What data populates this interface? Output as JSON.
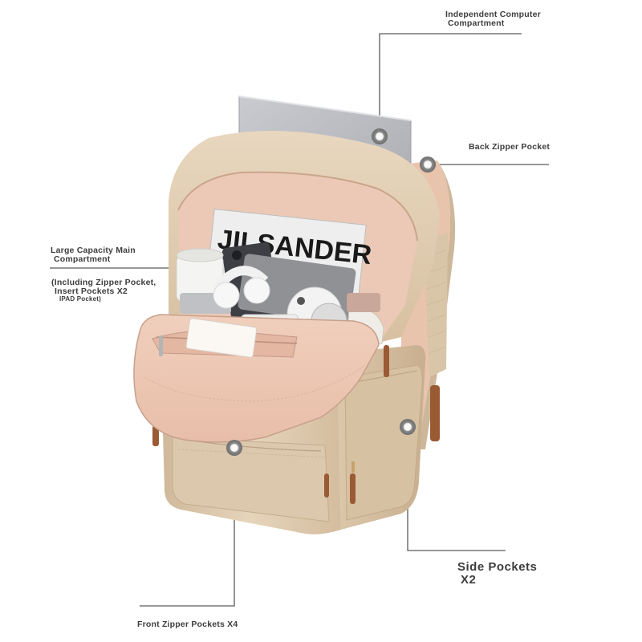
{
  "annotations": {
    "computer_compartment": [
      "Independent Computer",
      "Compartment"
    ],
    "back_pocket": "Back Zipper Pocket",
    "main_compartment": [
      "Large Capacity Main",
      "Compartment"
    ],
    "main_details": [
      "(Including Zipper Pocket,",
      "Insert Pockets X2",
      "IPAD Pocket)"
    ],
    "side_pockets": [
      "Side Pockets",
      "X2"
    ],
    "front_pockets": "Front Zipper Pockets X4"
  },
  "product": {
    "brand_on_magazine": "JILSANDER",
    "colors": {
      "body": "#ddc8ac",
      "lining": "#ecc9b6",
      "trim": "#9a5a34",
      "laptop": "#b9bbc0"
    }
  }
}
